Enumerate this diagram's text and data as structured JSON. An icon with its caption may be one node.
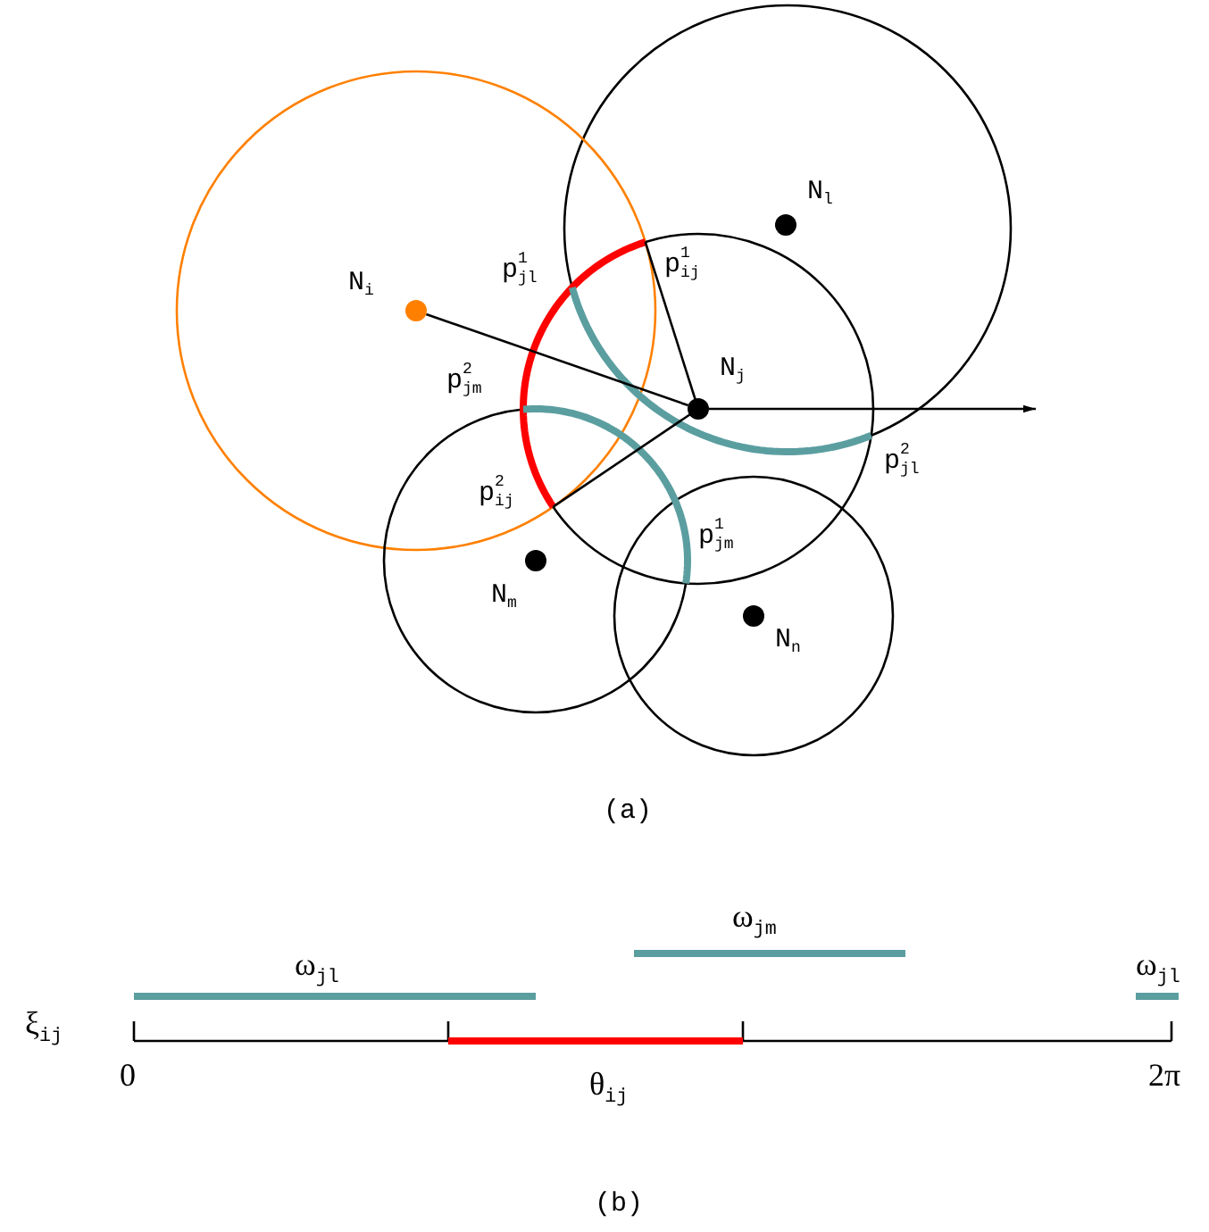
{
  "diagram": {
    "nodes": [
      {
        "text": [],
        "shape": "circle",
        "beside": [
          "N$_{l}$"
        ]
      },
      {
        "text": [],
        "shape": "circle",
        "beside": [
          "N$_{i}$"
        ]
      },
      {
        "text": [],
        "shape": "circle",
        "beside": [
          "N$_{j}$"
        ]
      },
      {
        "text": [],
        "shape": "circle",
        "beside": [
          "N$_{m}$"
        ]
      },
      {
        "text": [],
        "shape": "circle",
        "beside": [
          "N$_{n}$"
        ]
      }
    ],
    "edges": [
      {
        "from": 1,
        "to": 2,
        "arrow": "none"
      },
      {
        "from": 2,
        "to": null,
        "arrow": "to"
      }
    ],
    "labels": [
      "p$^{1}$$_{ij}$",
      "p$^{1}$$_{jl}$",
      "p$^{2}$$_{jm}$",
      "p$^{2}$$_{jl}$",
      "p$^{2}$$_{ij}$",
      "p$^{1}$$_{jm}$",
      "(a)",
      "ω$_{jm}$",
      "ω$_{jl}$",
      "ω$_{jl}$",
      "ξ$_{ij}$",
      "0",
      "2π",
      "θ$_{ij}$",
      "(b)"
    ]
  }
}
